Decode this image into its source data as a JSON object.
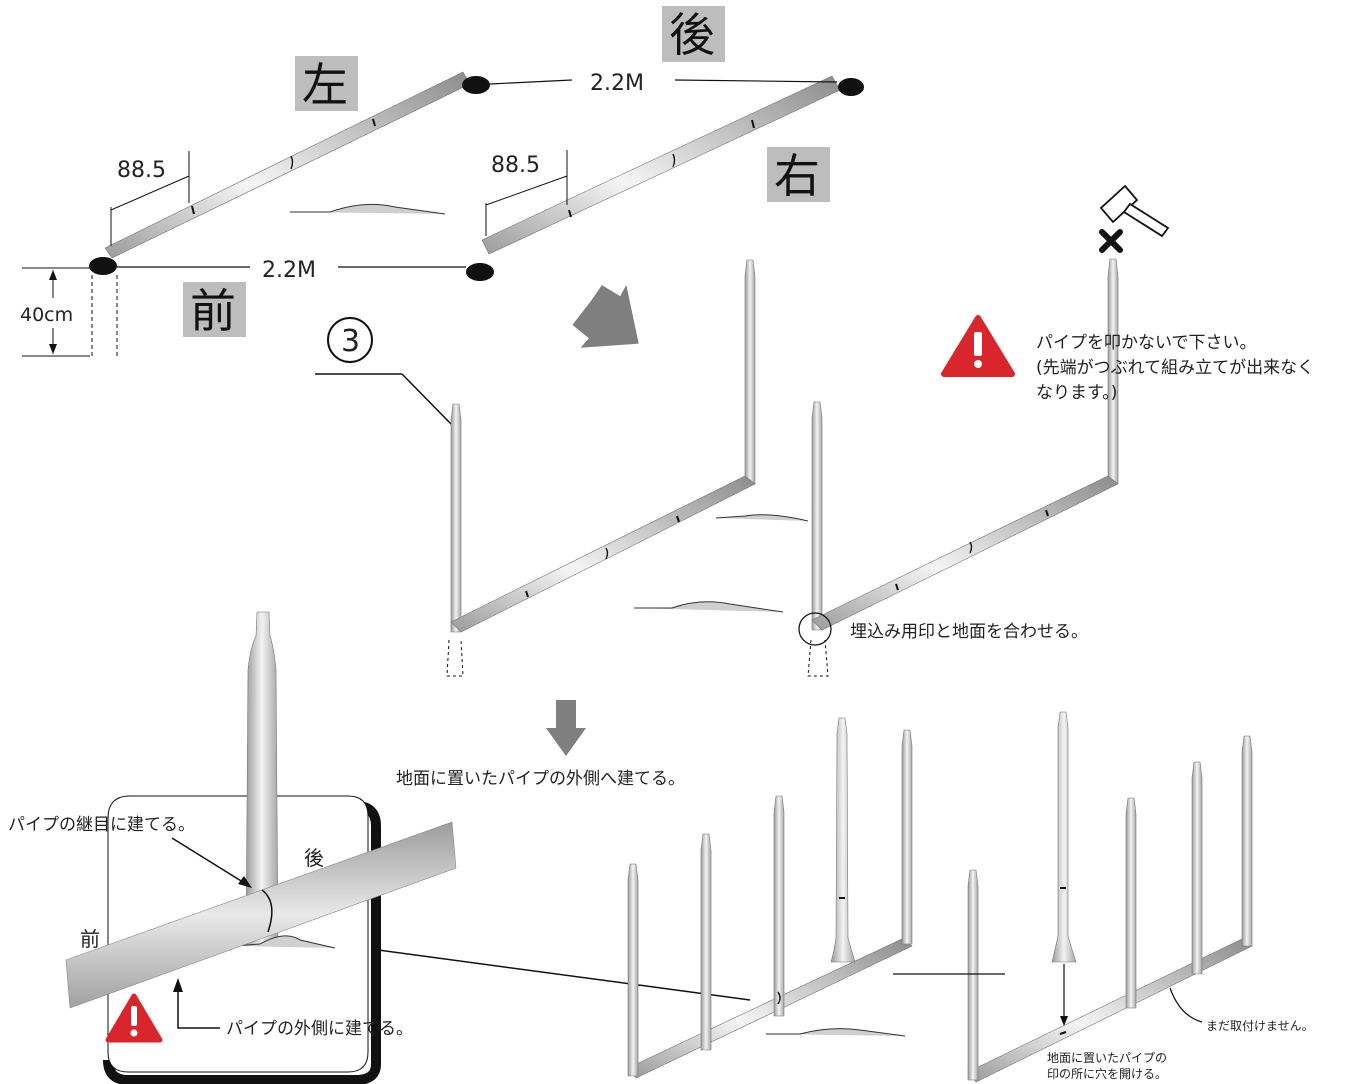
{
  "directions": {
    "left": "左",
    "back": "後",
    "right": "右",
    "front": "前"
  },
  "dimensions": {
    "width_back": "2.2M",
    "width_front": "2.2M",
    "offset_left": "88.5",
    "offset_right": "88.5",
    "depth": "40cm"
  },
  "step_number": "3",
  "warning_hammer": {
    "line1": "パイプを叩かないで下さい。",
    "line2": "(先端がつぶれて組み立てが出来なく",
    "line3": "なります。)"
  },
  "notes": {
    "align_mark": "埋込み用印と地面を合わせる。",
    "stand_outside": "地面に置いたパイプの外側へ建てる。",
    "stand_at_joint": "パイプの継目に建てる。",
    "stand_outside_pipe": "パイプの外側に建てる。",
    "not_attached": "まだ取付けません。",
    "drill_hole_line1": "地面に置いたパイプの",
    "drill_hole_line2": "印の所に穴を開ける。"
  },
  "detail_labels": {
    "back": "後",
    "front": "前"
  },
  "colors": {
    "pipe_light": "#f2f2f2",
    "pipe_dark": "#8a8a8a",
    "label_bg": "#bdbdbd",
    "warning_red": "#d9262c"
  },
  "icons": [
    "hammer-icon",
    "cross-icon",
    "warning-icon",
    "down-arrow-icon",
    "diagonal-arrow-icon"
  ]
}
